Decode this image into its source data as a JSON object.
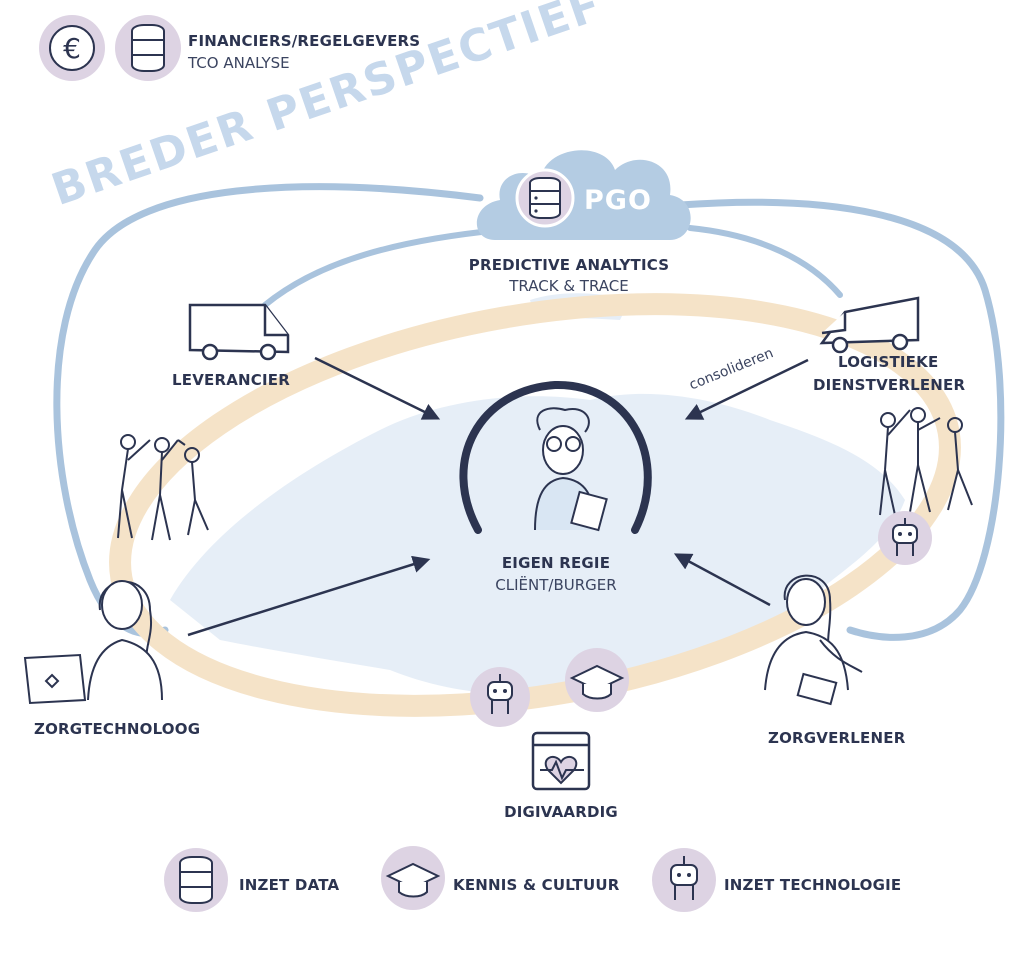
{
  "header": {
    "title": "FINANCIERS/REGELGEVERS",
    "subtitle": "TCO ANALYSE"
  },
  "banner": "BREDER PERSPECTIEF",
  "cloud": {
    "label": "PGO",
    "title": "PREDICTIVE ANALYTICS",
    "subtitle": "TRACK & TRACE"
  },
  "center": {
    "title": "EIGEN REGIE",
    "subtitle": "CLIËNT/BURGER"
  },
  "actors": {
    "leverancier": "LEVERANCIER",
    "logistiek_line1": "LOGISTIEKE",
    "logistiek_line2": "DIENSTVERLENER",
    "zorgtechnoloog": "ZORGTECHNOLOOG",
    "zorgverlener": "ZORGVERLENER",
    "digivaardig": "DIGIVAARDIG"
  },
  "arrow_label": "consolideren",
  "legend": [
    {
      "icon": "database-icon",
      "label": "INZET DATA"
    },
    {
      "icon": "graduation-cap-icon",
      "label": "KENNIS & CULTUUR"
    },
    {
      "icon": "robot-icon",
      "label": "INZET TECHNOLOGIE"
    }
  ],
  "colors": {
    "navy": "#2c3450",
    "light_blue": "#9dbad8",
    "cloud_blue": "#b4cce3",
    "orange_ring": "#f4dfc0",
    "lavender": "#ddd3e3",
    "map_blue": "#e6eef7"
  }
}
